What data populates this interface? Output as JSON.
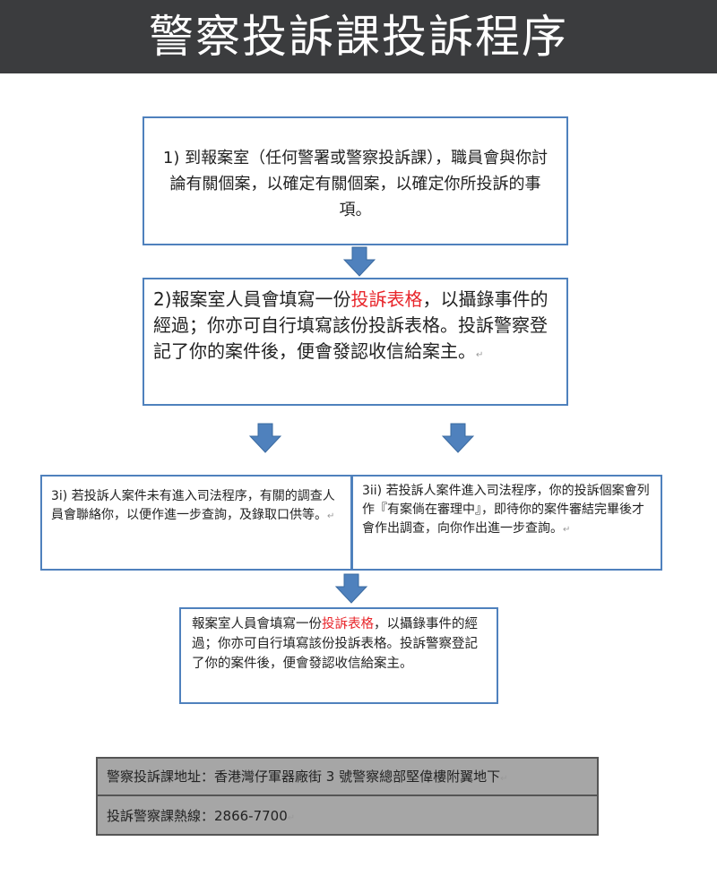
{
  "title": "警察投訴課投訴程序",
  "step1": "1) 到報案室（任何警署或警察投訴課），職員會與你討論有關個案，以確定有關個案，以確定你所投訴的事項。",
  "step2": {
    "prefix": "2)報案室人員會填寫一份",
    "highlight": "投訴表格",
    "suffix": "，以攝錄事件的經過；你亦可自行填寫該份投訴表格。投訴警察登記了你的案件後，便會發認收信給案主。"
  },
  "step3i": "3i) 若投訴人案件未有進入司法程序，有關的調查人員會聯絡你，以便作進一步查詢，及錄取口供等。",
  "step3ii": "3ii) 若投訴人案件進入司法程序，你的投訴個案會列作『有案倘在審理中』，即待你的案件審結完畢後才會作出調查，向你作出進一步查詢。",
  "step4": {
    "prefix": "報案室人員會填寫一份",
    "highlight": "投訴表格",
    "suffix": "，以攝錄事件的經過；你亦可自行填寫該份投訴表格。投訴警察登記了你的案件後，便會發認收信給案主。"
  },
  "address": "警察投訴課地址：香港灣仔軍器廠街 3 號警察總部堅偉樓附翼地下",
  "hotline": "投訴警察課熱線：2866-7700",
  "colors": {
    "border": "#4f81bd",
    "arrow": "#4f81bd",
    "highlight": "#e8262b",
    "header": "#3b3c3e"
  }
}
